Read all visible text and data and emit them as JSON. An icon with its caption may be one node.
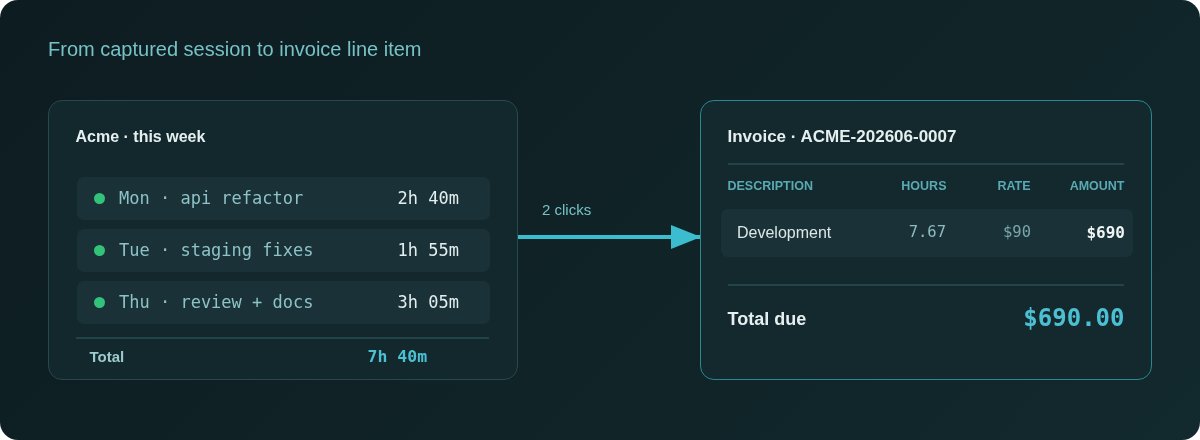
{
  "diagram": {
    "title": "From captured session to invoice line item",
    "nodes": [
      {
        "text": [
          "Acme · this week",
          "Total",
          "7h 40m"
        ]
      },
      {
        "text": [
          "Mon · api refactor",
          "2h 40m"
        ],
        "in": 0
      },
      {
        "text": [
          "Tue · staging fixes",
          "1h 55m"
        ],
        "in": 0
      },
      {
        "text": [
          "Thu · review + docs",
          "3h 05m"
        ],
        "in": 0
      },
      {
        "text": [
          "Invoice · ACME-202606-0007",
          "DESCRIPTION",
          "HOURS",
          "RATE",
          "AMOUNT",
          "Total due",
          "$690.00"
        ]
      },
      {
        "text": [
          "Development",
          "7.67",
          "$90",
          "$690"
        ],
        "in": 4
      }
    ],
    "edges": [
      {
        "from": 0,
        "to": 4,
        "arrow": "to",
        "label": "2 clicks"
      }
    ]
  }
}
